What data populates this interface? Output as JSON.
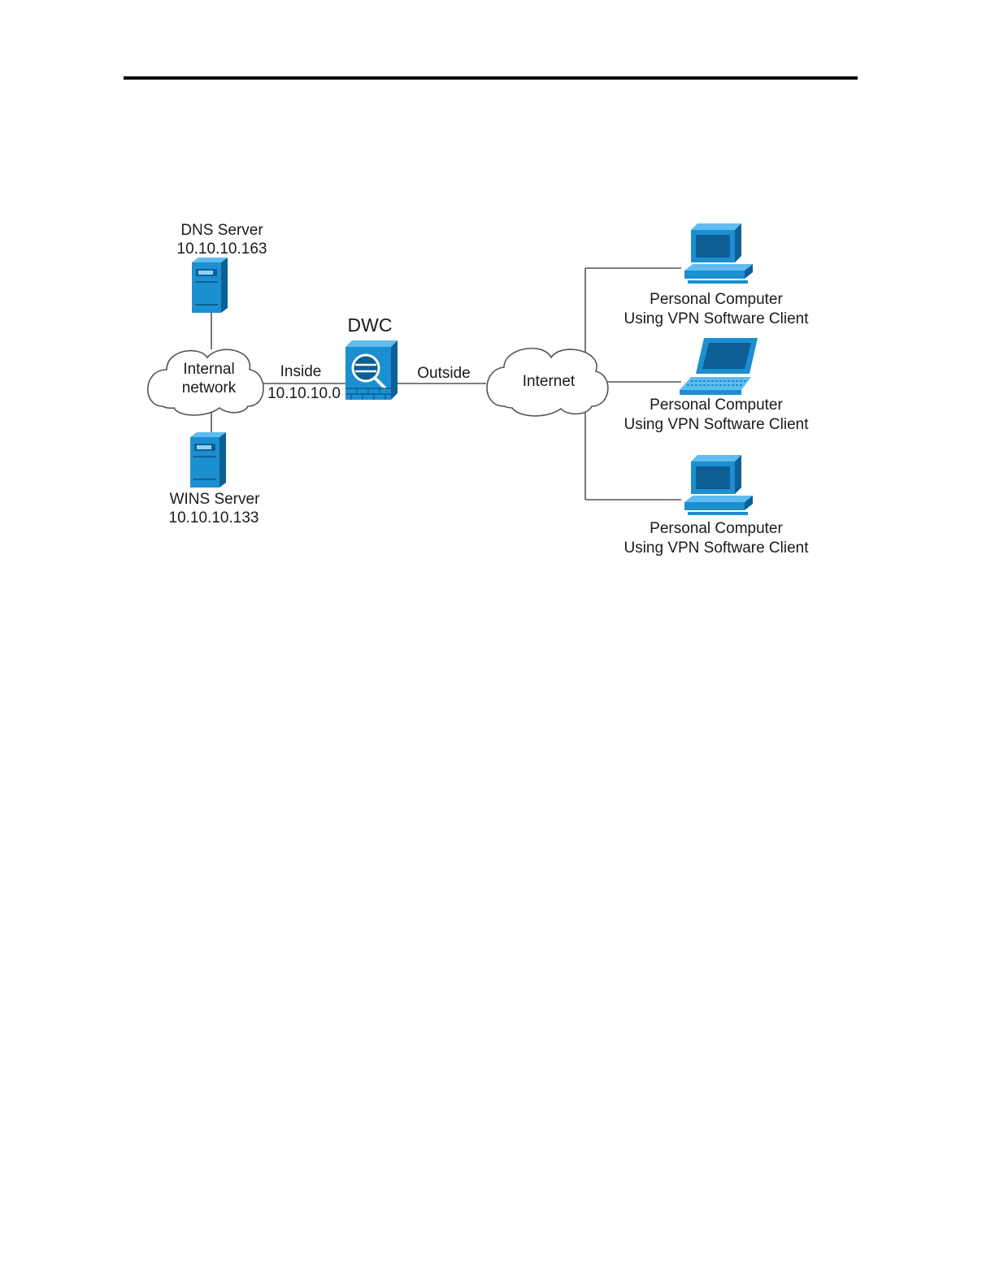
{
  "diagram": {
    "dns_server": {
      "name": "DNS Server",
      "ip": "10.10.10.163"
    },
    "wins_server": {
      "name": "WINS Server",
      "ip": "10.10.10.133"
    },
    "internal_network": {
      "line1": "Internal",
      "line2": "network"
    },
    "inside_link": {
      "name": "Inside",
      "ip": "10.10.10.0"
    },
    "firewall": {
      "name": "DWC"
    },
    "outside_link": {
      "name": "Outside"
    },
    "internet": {
      "name": "Internet"
    },
    "clients": [
      {
        "line1": "Personal Computer",
        "line2": "Using VPN Software Client",
        "icon": "desktop-computer-icon"
      },
      {
        "line1": "Personal Computer",
        "line2": "Using VPN Software Client",
        "icon": "laptop-icon"
      },
      {
        "line1": "Personal Computer",
        "line2": "Using VPN Software Client",
        "icon": "desktop-computer-icon"
      }
    ],
    "colors": {
      "device_blue": "#1c8fd0",
      "device_dark": "#0d5f96",
      "device_light": "#5fbcef",
      "line": "#555555"
    }
  }
}
